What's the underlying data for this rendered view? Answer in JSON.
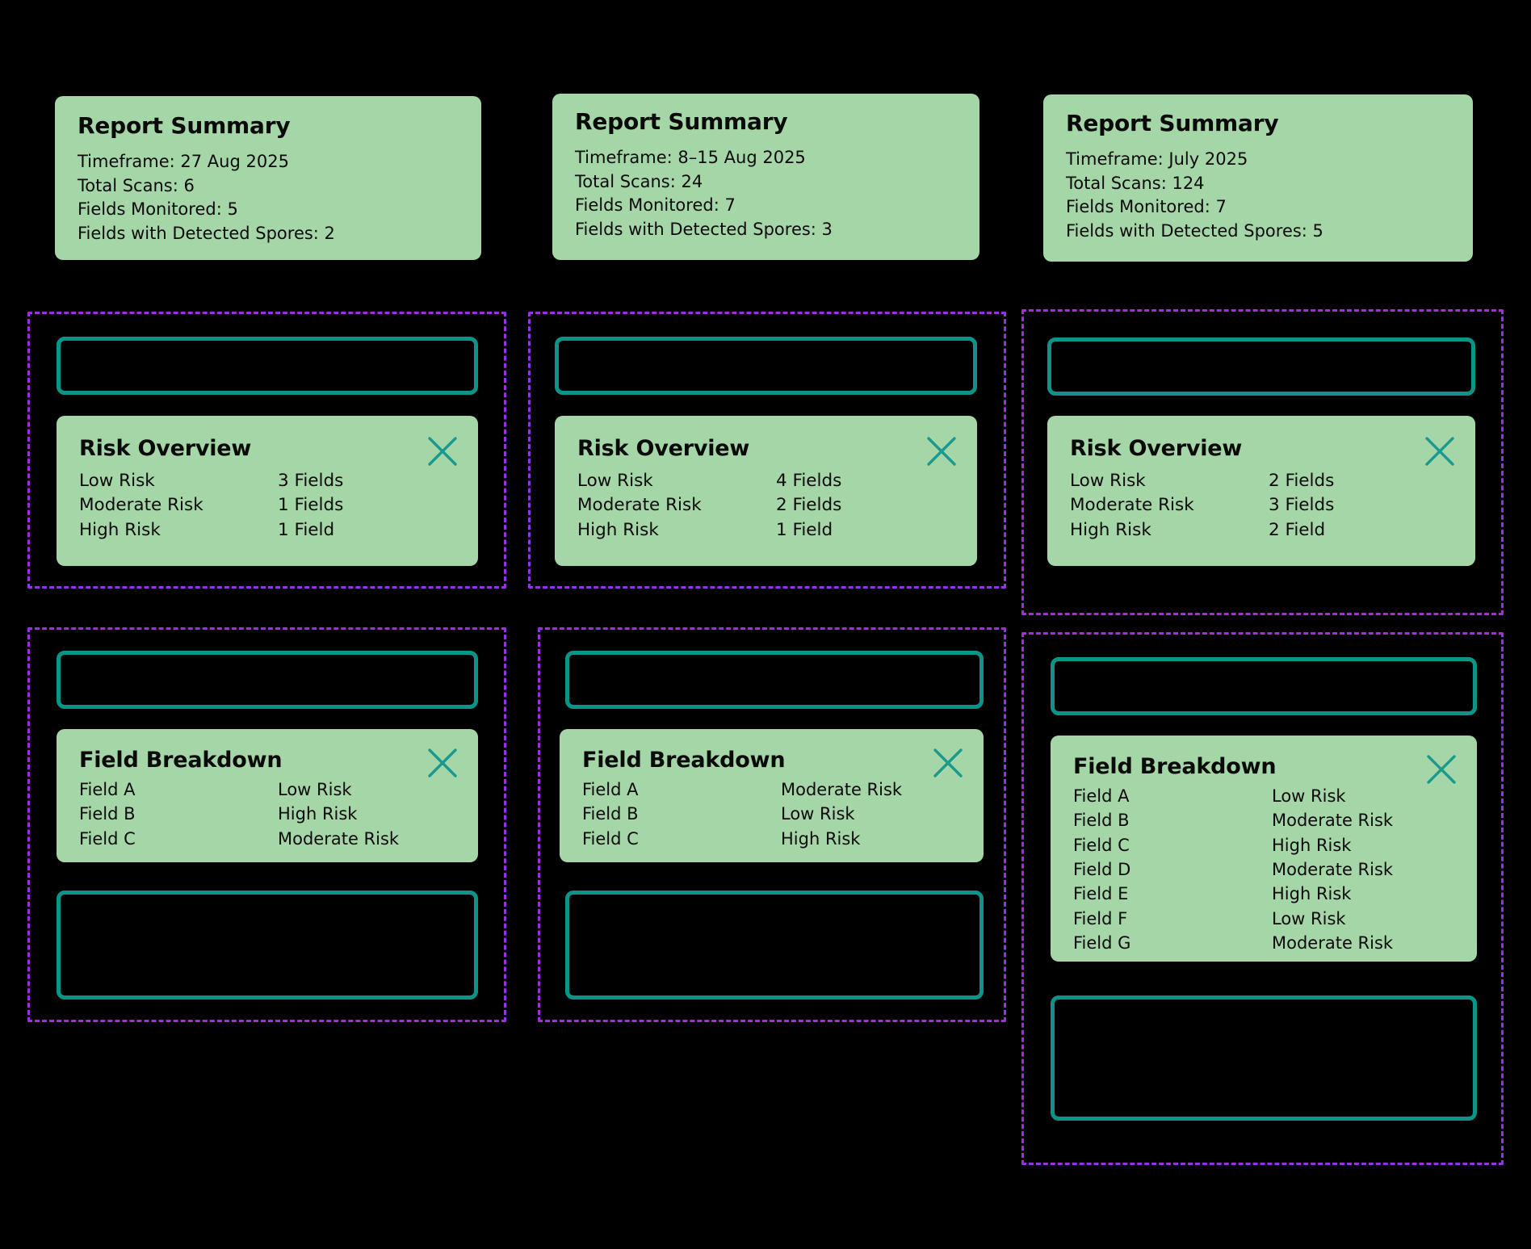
{
  "theme": {
    "background": "#000000",
    "card_background": "#a5d6a7",
    "card_text": "#0a0a0a",
    "accent_teal": "#0d9488",
    "group_border_purple": "#9b30e0"
  },
  "icons": {
    "close": "close-x-icon"
  },
  "columns": [
    {
      "id": "column-1",
      "summary": {
        "title": "Report Summary",
        "lines": [
          "Timeframe: 27 Aug 2025",
          "Total Scans: 6",
          "Fields Monitored: 5",
          "Fields with Detected Spores: 2"
        ]
      },
      "risk_overview": {
        "title": "Risk Overview",
        "rows": [
          {
            "label": "Low Risk",
            "value": "3 Fields"
          },
          {
            "label": "Moderate Risk",
            "value": "1 Fields"
          },
          {
            "label": "High Risk",
            "value": "1 Field"
          }
        ]
      },
      "field_breakdown": {
        "title": "Field Breakdown",
        "rows": [
          {
            "label": "Field A",
            "value": "Low Risk"
          },
          {
            "label": "Field B",
            "value": "High Risk"
          },
          {
            "label": "Field C",
            "value": "Moderate Risk"
          }
        ]
      }
    },
    {
      "id": "column-2",
      "summary": {
        "title": "Report Summary",
        "lines": [
          "Timeframe: 8–15 Aug 2025",
          "Total Scans: 24",
          "Fields Monitored: 7",
          "Fields with Detected Spores: 3"
        ]
      },
      "risk_overview": {
        "title": "Risk Overview",
        "rows": [
          {
            "label": "Low Risk",
            "value": "4 Fields"
          },
          {
            "label": "Moderate Risk",
            "value": "2 Fields"
          },
          {
            "label": "High Risk",
            "value": "1 Field"
          }
        ]
      },
      "field_breakdown": {
        "title": "Field Breakdown",
        "rows": [
          {
            "label": "Field A",
            "value": "Moderate Risk"
          },
          {
            "label": "Field B",
            "value": "Low Risk"
          },
          {
            "label": "Field C",
            "value": "High Risk"
          }
        ]
      }
    },
    {
      "id": "column-3",
      "summary": {
        "title": "Report Summary",
        "lines": [
          "Timeframe: July 2025",
          "Total Scans: 124",
          "Fields Monitored: 7",
          "Fields with Detected Spores: 5"
        ]
      },
      "risk_overview": {
        "title": "Risk Overview",
        "rows": [
          {
            "label": "Low Risk",
            "value": "2 Fields"
          },
          {
            "label": "Moderate Risk",
            "value": "3 Fields"
          },
          {
            "label": "High Risk",
            "value": "2 Field"
          }
        ]
      },
      "field_breakdown": {
        "title": "Field Breakdown",
        "rows": [
          {
            "label": "Field A",
            "value": "Low Risk"
          },
          {
            "label": "Field B",
            "value": "Moderate Risk"
          },
          {
            "label": "Field C",
            "value": "High Risk"
          },
          {
            "label": "Field D",
            "value": "Moderate Risk"
          },
          {
            "label": "Field E",
            "value": "High Risk"
          },
          {
            "label": "Field F",
            "value": "Low Risk"
          },
          {
            "label": "Field G",
            "value": "Moderate Risk"
          }
        ]
      }
    }
  ]
}
